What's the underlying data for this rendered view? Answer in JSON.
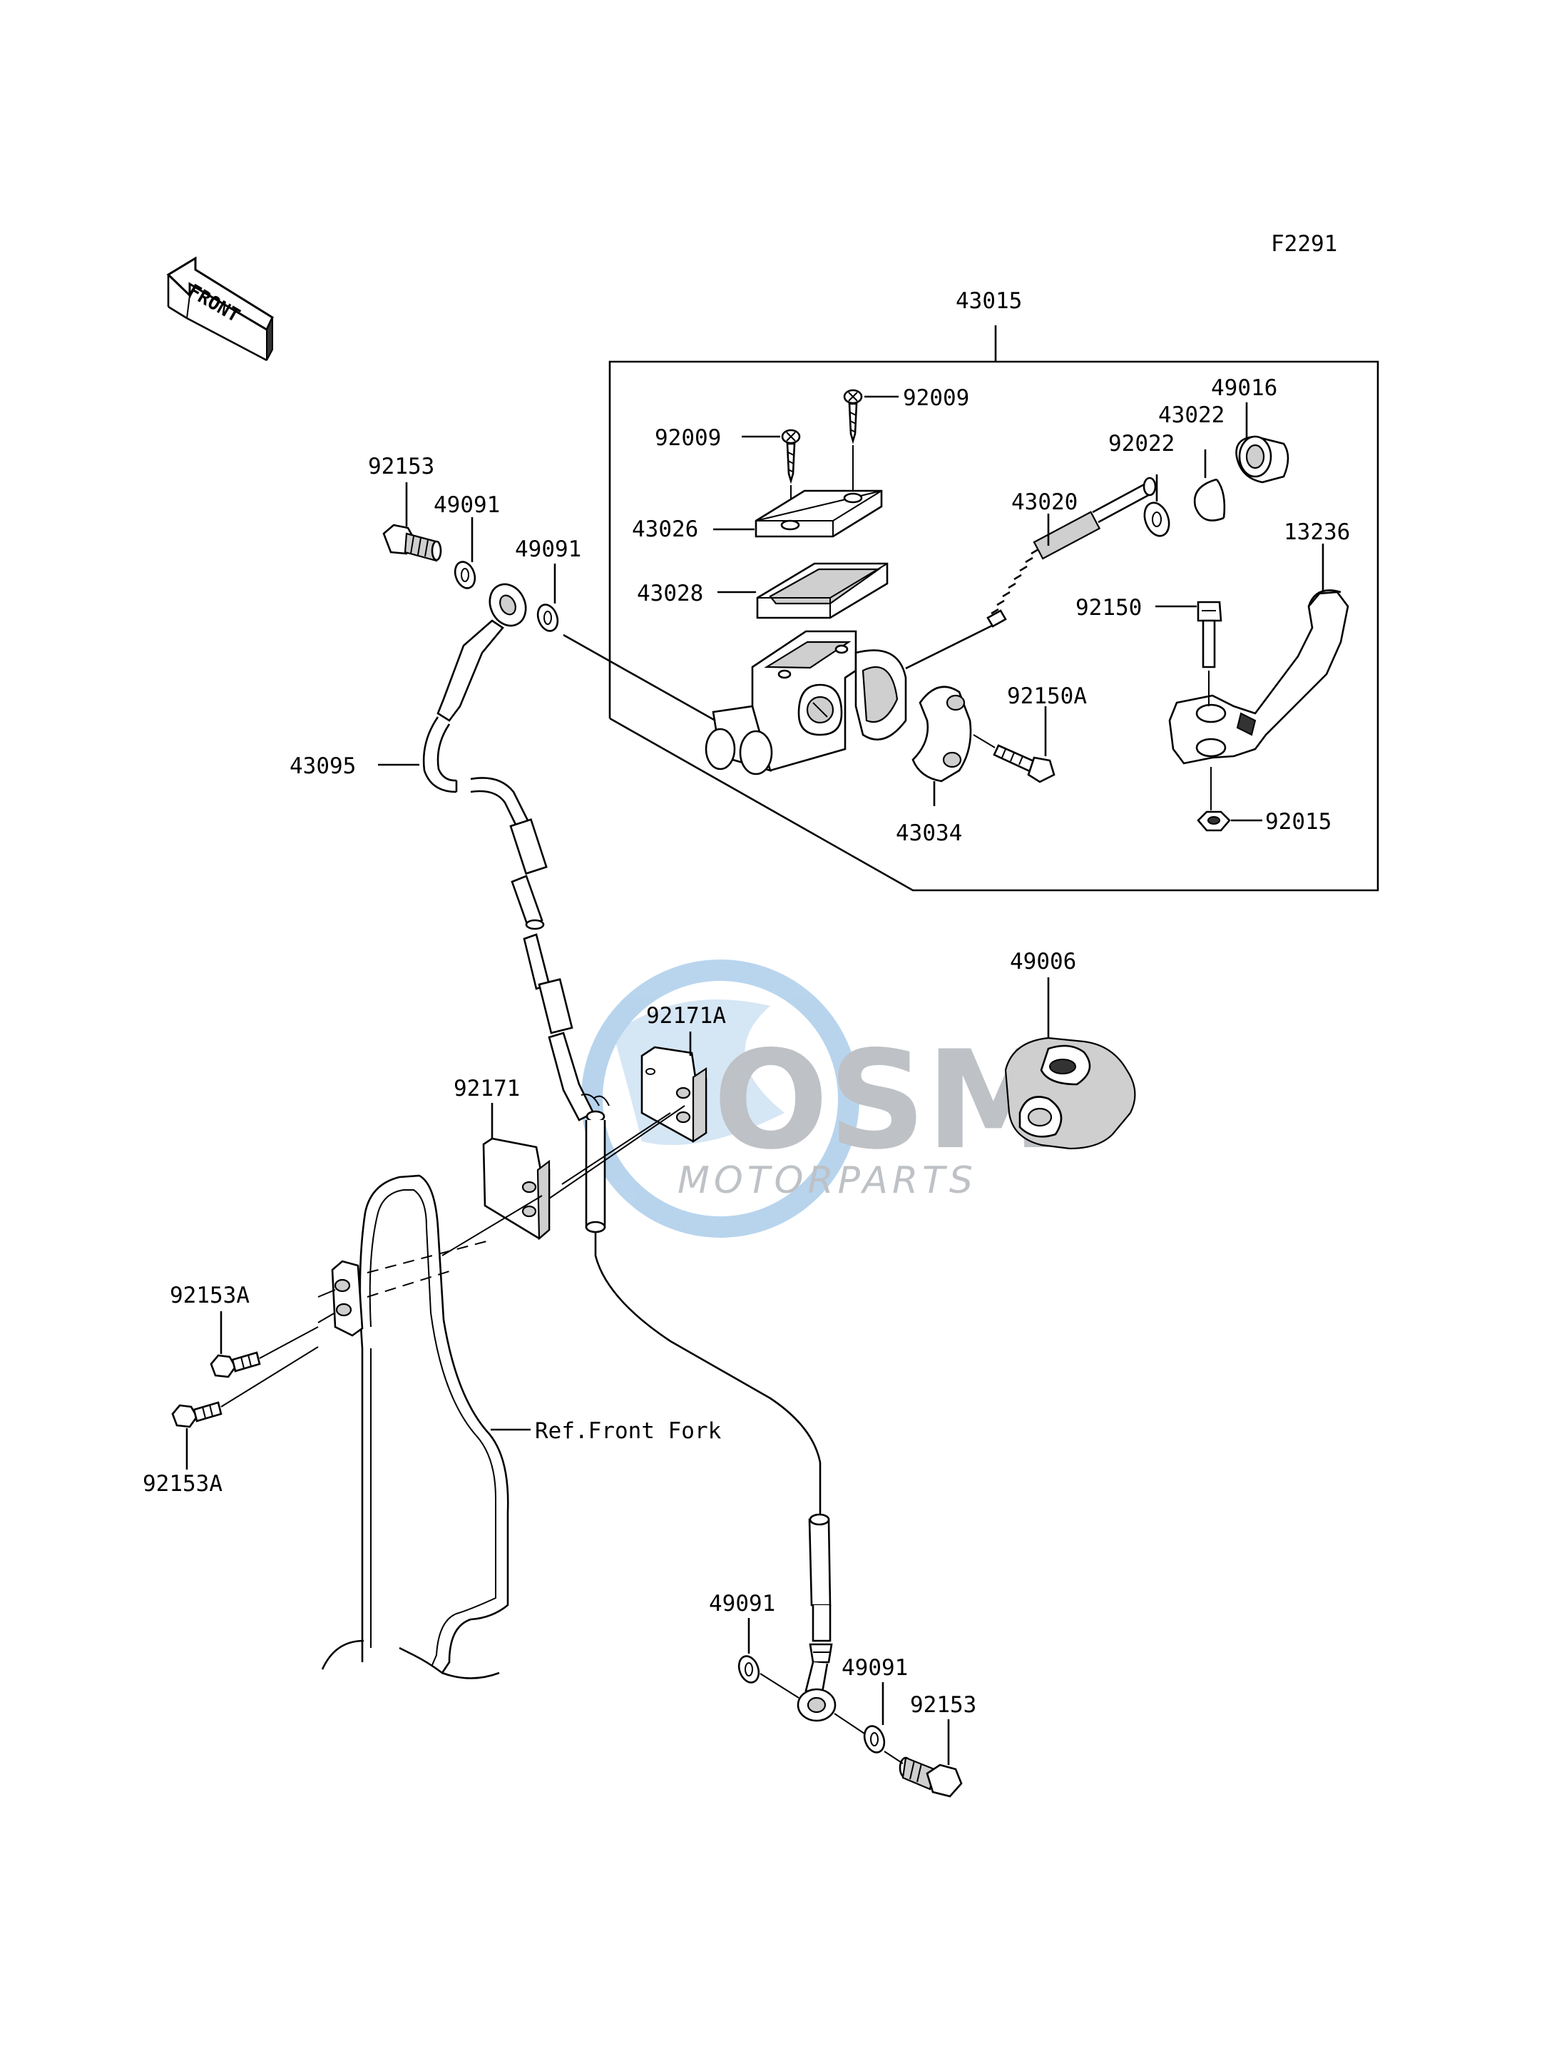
{
  "figure_code": "F2291",
  "front_arrow": {
    "text": "FRONT",
    "icon": "front-direction-arrow-icon"
  },
  "assembly_label": "43015",
  "reference_note": "Ref.Front Fork",
  "watermark": {
    "brand": "OSM",
    "sub": "MOTORPARTS",
    "colors": {
      "blue": "#7fb2e0",
      "gray": "#b8bcc2"
    }
  },
  "callouts": [
    {
      "id": "c-92153-top",
      "text": "92153"
    },
    {
      "id": "c-49091-a",
      "text": "49091"
    },
    {
      "id": "c-49091-b",
      "text": "49091"
    },
    {
      "id": "c-92009-left",
      "text": "92009"
    },
    {
      "id": "c-92009-right",
      "text": "92009"
    },
    {
      "id": "c-43026",
      "text": "43026"
    },
    {
      "id": "c-43028",
      "text": "43028"
    },
    {
      "id": "c-43020",
      "text": "43020"
    },
    {
      "id": "c-92022",
      "text": "92022"
    },
    {
      "id": "c-43022",
      "text": "43022"
    },
    {
      "id": "c-49016",
      "text": "49016"
    },
    {
      "id": "c-13236",
      "text": "13236"
    },
    {
      "id": "c-92150",
      "text": "92150"
    },
    {
      "id": "c-92150A",
      "text": "92150A"
    },
    {
      "id": "c-43034",
      "text": "43034"
    },
    {
      "id": "c-92015",
      "text": "92015"
    },
    {
      "id": "c-43095",
      "text": "43095"
    },
    {
      "id": "c-49006",
      "text": "49006"
    },
    {
      "id": "c-92171A",
      "text": "92171A"
    },
    {
      "id": "c-92171",
      "text": "92171"
    },
    {
      "id": "c-92153A-a",
      "text": "92153A"
    },
    {
      "id": "c-92153A-b",
      "text": "92153A"
    },
    {
      "id": "c-49091-c",
      "text": "49091"
    },
    {
      "id": "c-49091-d",
      "text": "49091"
    },
    {
      "id": "c-92153-bottom",
      "text": "92153"
    }
  ]
}
